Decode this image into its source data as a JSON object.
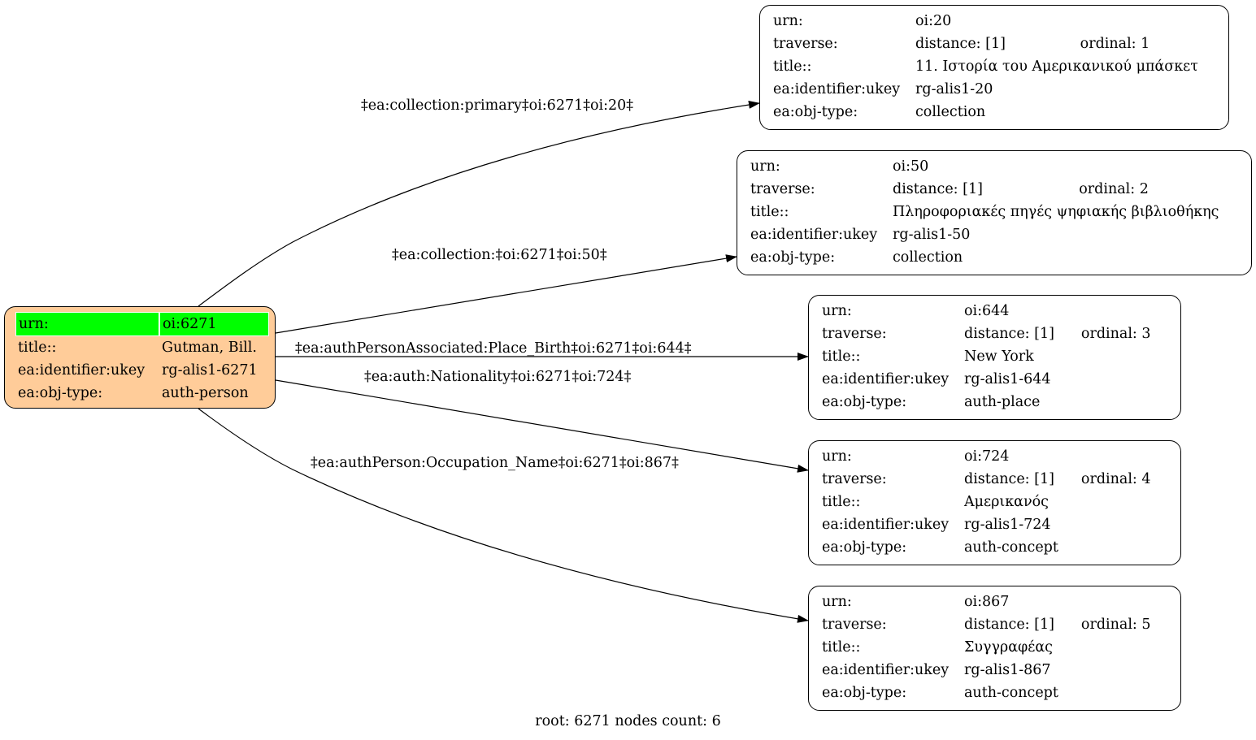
{
  "root_node": {
    "rows": [
      {
        "key": "urn:",
        "value": "oi:6271"
      },
      {
        "key": "title::",
        "value": "Gutman, Bill."
      },
      {
        "key": "ea:identifier:ukey",
        "value": "rg-alis1-6271"
      },
      {
        "key": "ea:obj-type:",
        "value": "auth-person"
      }
    ],
    "fill_color": "#ffcc99",
    "highlight_color": "#00ff00"
  },
  "nodes": [
    {
      "urn": "oi:20",
      "distance": "distance: [1]",
      "ordinal": "ordinal: 1",
      "title": "11. Ιστορία του Αμερικανικού μπάσκετ",
      "ukey": "rg-alis1-20",
      "obj_type": "collection"
    },
    {
      "urn": "oi:50",
      "distance": "distance: [1]",
      "ordinal": "ordinal: 2",
      "title": "Πληροφοριακές πηγές ψηφιακής βιβλιοθήκης",
      "ukey": "rg-alis1-50",
      "obj_type": "collection"
    },
    {
      "urn": "oi:644",
      "distance": "distance: [1]",
      "ordinal": "ordinal: 3",
      "title": "New York",
      "ukey": "rg-alis1-644",
      "obj_type": "auth-place"
    },
    {
      "urn": "oi:724",
      "distance": "distance: [1]",
      "ordinal": "ordinal: 4",
      "title": "Αμερικανός",
      "ukey": "rg-alis1-724",
      "obj_type": "auth-concept"
    },
    {
      "urn": "oi:867",
      "distance": "distance: [1]",
      "ordinal": "ordinal: 5",
      "title": "Συγγραφέας",
      "ukey": "rg-alis1-867",
      "obj_type": "auth-concept"
    }
  ],
  "labels": {
    "urn": "urn:",
    "traverse": "traverse:",
    "title": "title::",
    "ukey": "ea:identifier:ukey",
    "obj_type": "ea:obj-type:"
  },
  "edges": [
    "‡ea:collection:primary‡oi:6271‡oi:20‡",
    "‡ea:collection:‡oi:6271‡oi:50‡",
    "‡ea:authPersonAssociated:Place_Birth‡oi:6271‡oi:644‡",
    "‡ea:auth:Nationality‡oi:6271‡oi:724‡",
    "‡ea:authPerson:Occupation_Name‡oi:6271‡oi:867‡"
  ],
  "footer": {
    "root": "root: 6271",
    "count": "nodes count: 6"
  }
}
